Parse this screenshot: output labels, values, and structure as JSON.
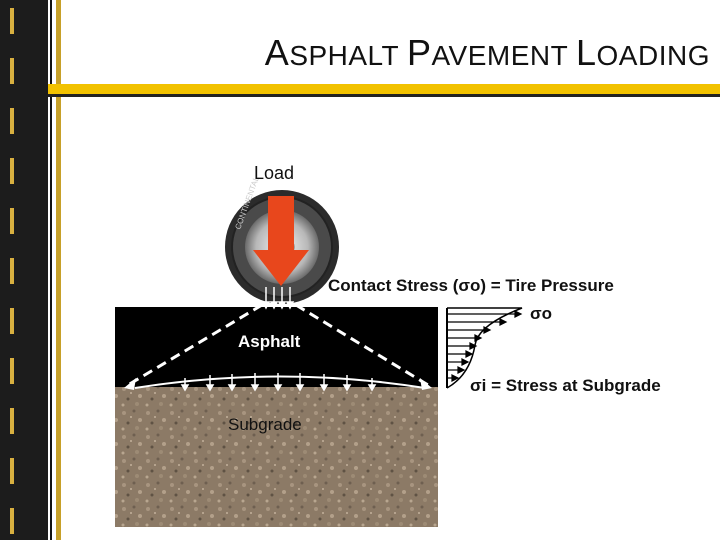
{
  "title": {
    "part1_cap": "A",
    "part1_rest": "SPHALT ",
    "part2_cap": "P",
    "part2_rest": "AVEMENT ",
    "part3_cap": "L",
    "part3_rest": "OADING"
  },
  "labels": {
    "load": "Load",
    "contact_stress": "Contact Stress (σo) = Tire Pressure",
    "sigma_o": "σo",
    "asphalt": "Asphalt",
    "stress_subgrade": "σi =  Stress at Subgrade",
    "subgrade": "Subgrade"
  },
  "colors": {
    "accent": "#f2c200",
    "arrow": "#e8471c",
    "asphalt": "#000000",
    "subgrade": "#8c7a66"
  }
}
